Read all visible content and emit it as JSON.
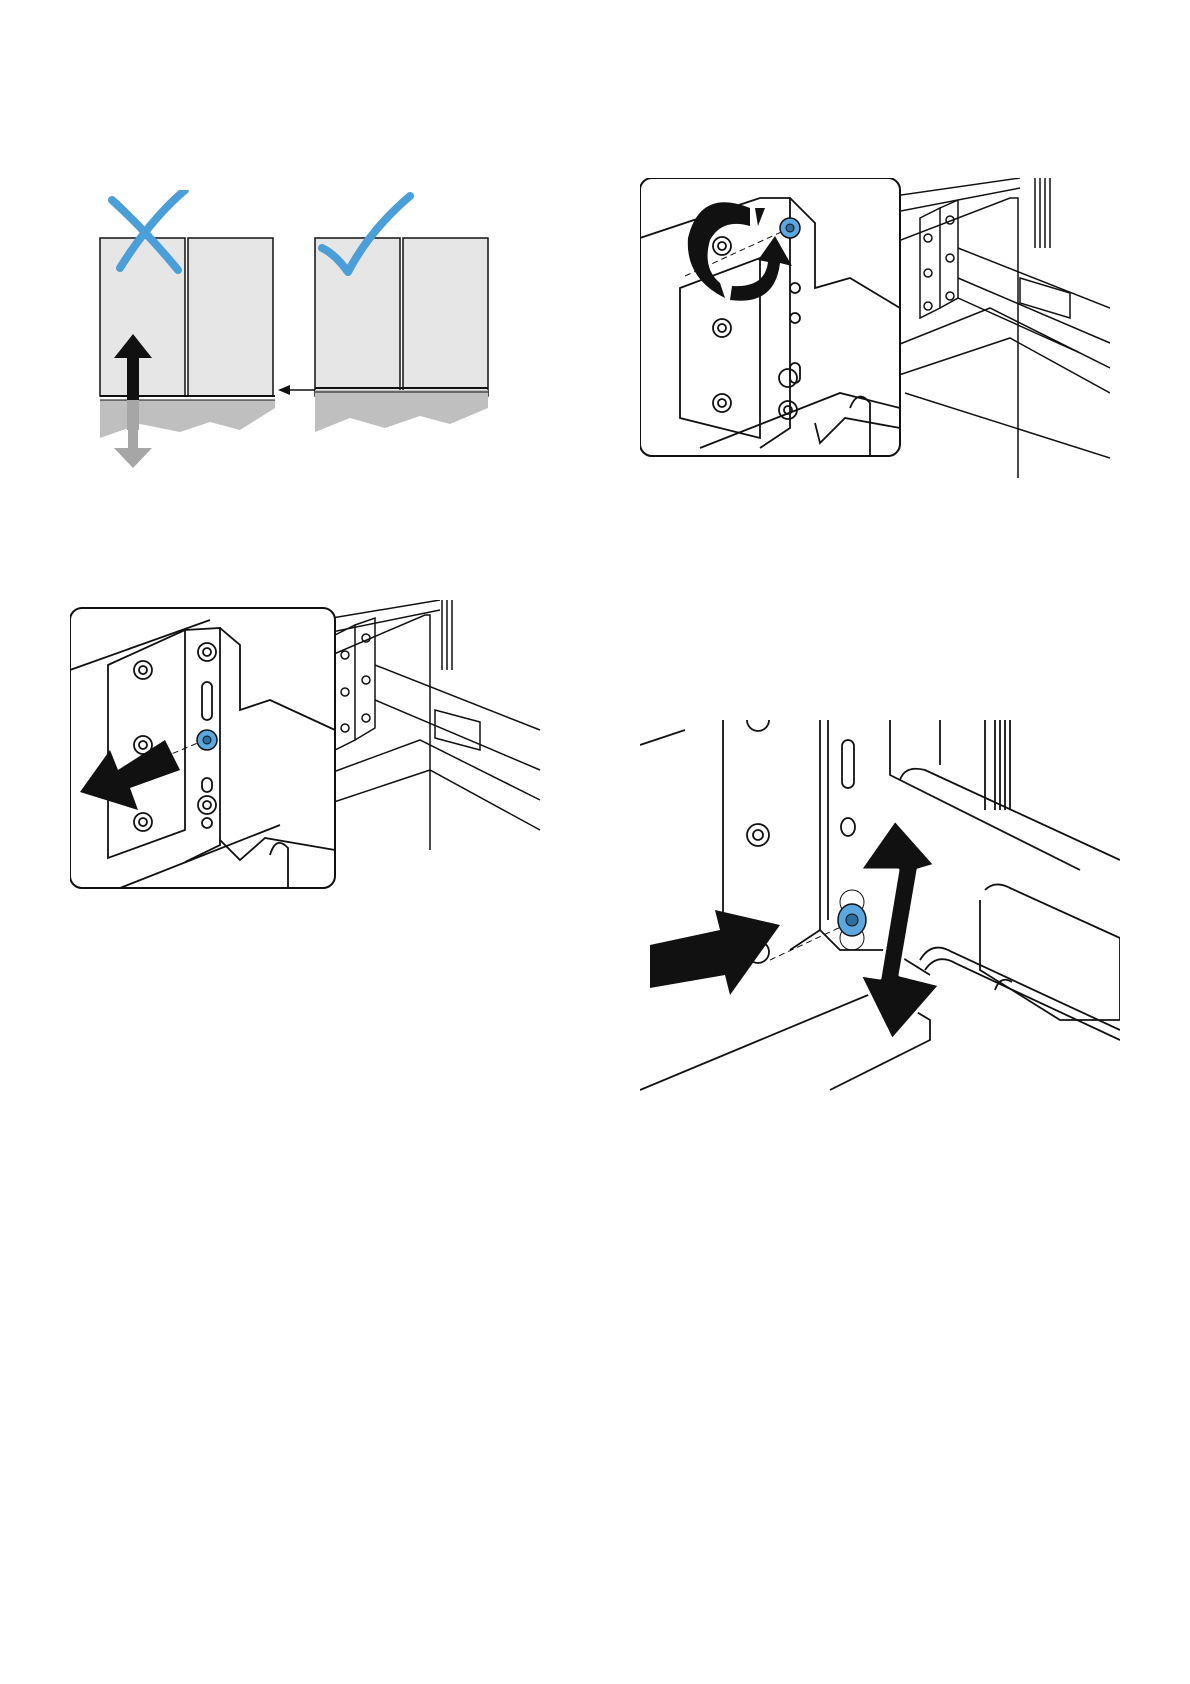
{
  "figures": [
    {
      "name": "figure-alignment-comparison",
      "indicators": [
        "incorrect",
        "correct"
      ]
    },
    {
      "name": "figure-loosen-screw",
      "action": "rotate"
    },
    {
      "name": "figure-remove-screw",
      "action": "pull-out"
    },
    {
      "name": "figure-adjust-height",
      "action": "push-and-adjust-vertically"
    }
  ],
  "colors": {
    "accent_blue": "#4a9fd8",
    "screw_blue": "#5ba8e0",
    "panel_gray": "#e6e6e6",
    "base_gray": "#bfbfbf",
    "arrow_gray": "#a6a6a6",
    "line": "#111111"
  },
  "icons": [
    "cross-mark-icon",
    "check-mark-icon",
    "rotate-arrow-icon",
    "pull-arrow-icon",
    "push-arrow-icon",
    "vertical-double-arrow-icon"
  ]
}
